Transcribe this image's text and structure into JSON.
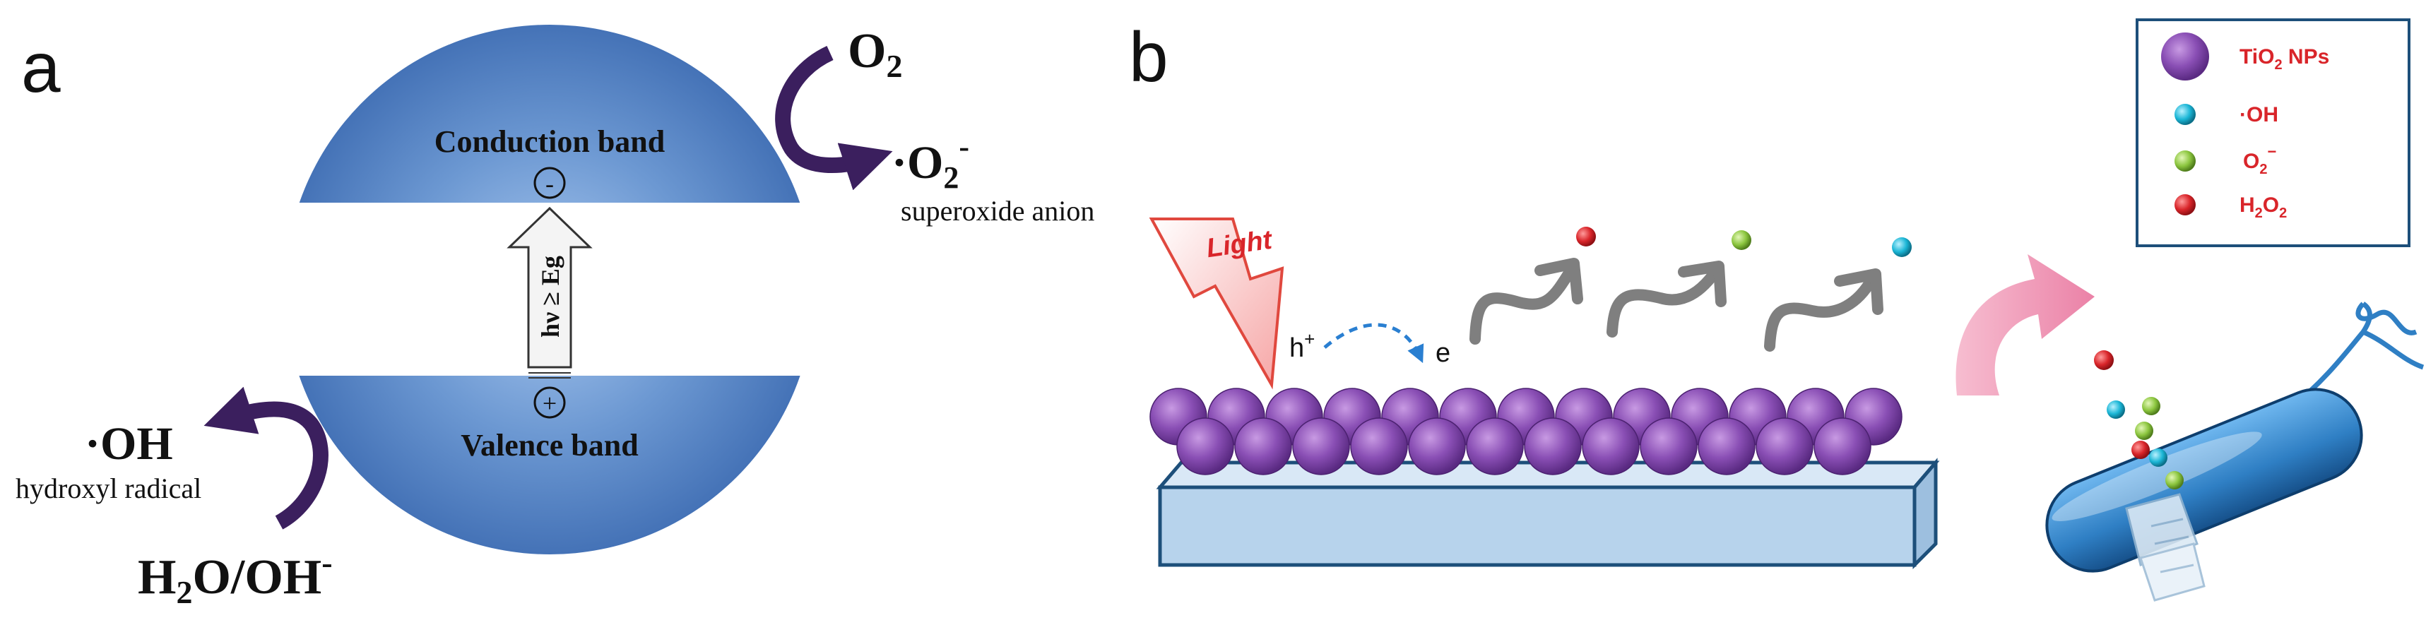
{
  "panel_a": {
    "label": "a",
    "conduction_band": "Conduction band",
    "valence_band": "Valence band",
    "minus_sign": "-",
    "plus_sign": "+",
    "excitation": "hν ≥ Eg",
    "o2": "O",
    "o2_sub": "2",
    "superoxide_prefix": "·O",
    "superoxide_sub": "2",
    "superoxide_sup": "-",
    "superoxide_label": "superoxide anion",
    "hydroxyl": "·OH",
    "hydroxyl_label": "hydroxyl radical",
    "water_h": "H",
    "water_sub": "2",
    "water_rest": "O/OH",
    "water_sup": "-"
  },
  "panel_b": {
    "label": "b",
    "light": "Light",
    "hole": "h",
    "hole_sup": "+",
    "electron": "e",
    "legend": {
      "tio2_main": "TiO",
      "tio2_sub": "2",
      "tio2_rest": " NPs",
      "oh": "·OH",
      "o2_main": "O",
      "o2_sub": "2",
      "o2_sup": "−",
      "h2o2_h": "H",
      "h2o2_sub1": "2",
      "h2o2_o": "O",
      "h2o2_sub2": "2"
    }
  },
  "colors": {
    "band_blue": "#3f6fb4",
    "band_highlight": "#8fb5e6",
    "arrow_purple": "#3b1f5e",
    "nanoparticle": "#7a3fa6",
    "substrate": "#b7d3ec",
    "oh_cyan": "#1bb6d6",
    "o2_green": "#8cc63f",
    "h2o2_red": "#d9252a",
    "legend_text": "#d9252a",
    "bacterium": "#2f7fc4",
    "pink_arrow": "#f28bb0"
  }
}
